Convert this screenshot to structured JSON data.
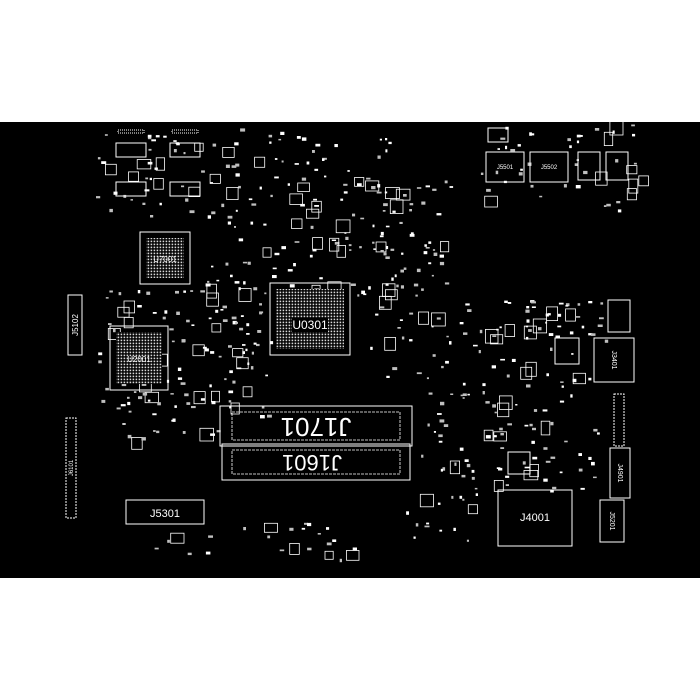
{
  "view": {
    "background": "#ffffff",
    "board_color": "#000000",
    "silkscreen_color": "#ffffff"
  },
  "labels": {
    "u7001": "U7001",
    "u2001": "U2001",
    "u0301": "U0301",
    "j5102": "J5102",
    "j5501": "J5501",
    "j5502": "J5502",
    "j3401": "J3401",
    "j1701": "J1701",
    "j1601": "J1601",
    "j5301": "J5301",
    "j4001": "J4001",
    "j4901": "J4901",
    "j5201": "J5201",
    "j6101": "J6101"
  }
}
